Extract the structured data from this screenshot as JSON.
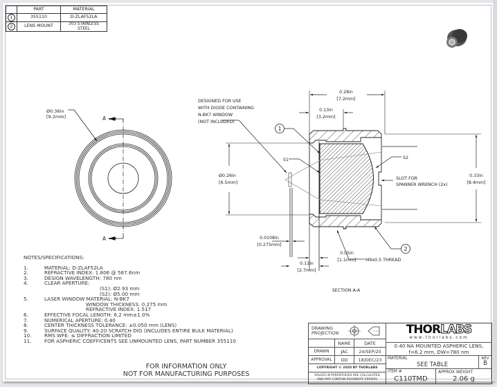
{
  "bom": {
    "headers": [
      "",
      "PART",
      "MATERIAL"
    ],
    "rows": [
      {
        "item": "1",
        "part": "355110",
        "material": "D-ZLAF52LA"
      },
      {
        "item": "2",
        "part": "LENS MOUNT",
        "material": "303 STAINLESS STEEL"
      }
    ]
  },
  "front_view": {
    "diameter_in": "0.36in",
    "diameter_mm": "[9.2mm]",
    "section_label": "A"
  },
  "section_view": {
    "callout_designed": [
      "DESIGNED FOR USE",
      "WITH DIODE CONTAINING",
      "N-BK7 WINDOW",
      "(NOT INCLUDED)"
    ],
    "width_total_in": "0.28in",
    "width_total_mm": "[7.2mm]",
    "width_slot_in": "0.13in",
    "width_slot_mm": "[3.2mm]",
    "balloon_lens": "1",
    "balloon_mount": "2",
    "s1": "S1",
    "s2": "S2",
    "clear_dia_in": "0.26in",
    "clear_dia_mm": "[6.5mm]",
    "outer_dia_in": "0.33in",
    "outer_dia_mm": "[8.4mm]",
    "slot_note": [
      "SLOT FOR",
      "SPANNER WRENCH (2x)"
    ],
    "window_thk_in": "0.0108in",
    "window_thk_mm": "[0.275mm]",
    "offset_in": "0.11in",
    "offset_mm": "[2.7mm]",
    "step_in": "0.05in",
    "step_mm": "[1.1mm]",
    "thread": "M9x0.5 THREAD",
    "title": "SECTION A-A"
  },
  "notes": {
    "header": "NOTES/SPECIFICATIONS:",
    "items": [
      {
        "n": "1.",
        "text": "MATERIAL: D-ZLAF52LA"
      },
      {
        "n": "2.",
        "text": "REFRACTIVE INDEX: 1.806 @ 587.6nm"
      },
      {
        "n": "3.",
        "text": "DESIGN WAVELENGTH: 780 nm"
      },
      {
        "n": "4.",
        "text": "CLEAR APERTURE:"
      },
      {
        "n": "",
        "text": "(S1): Ø2.93 mm",
        "sub": 1
      },
      {
        "n": "",
        "text": "(S2): Ø5.00 mm",
        "sub": 1
      },
      {
        "n": "5.",
        "text": "LASER WINDOW MATERIAL: N-BK7"
      },
      {
        "n": "",
        "text": "WINDOW THICKNESS: 0.275 mm",
        "sub": 2
      },
      {
        "n": "",
        "text": "REFRACTIVE INDEX: 1.517",
        "sub": 2
      },
      {
        "n": "6.",
        "text": "EFFECTIVE FOCAL LENGTH: 6.2 mm±1.0%"
      },
      {
        "n": "7.",
        "text": "NUMERICAL APERTURE: 0.40"
      },
      {
        "n": "8.",
        "text": "CENTER THICKNESS TOLERANCE: ±0.050 mm (LENS)"
      },
      {
        "n": "9.",
        "text": "SURFACE QUALITY: 40-20 SCRATCH-DIG (INCLUDES ENTIRE BULK MATERIAL)"
      },
      {
        "n": "10.",
        "text": "RMS WFE: ≤ DIFFRACTION LIMITED"
      },
      {
        "n": "11.",
        "text": "FOR ASPHERIC COEFFICENTS SEE UNMOUNTED LENS, PART NUMBER 355110"
      }
    ]
  },
  "disclaimer": [
    "FOR INFORMATION ONLY",
    "NOT FOR MANUFACTURING PURPOSES"
  ],
  "title_block": {
    "projection_label": [
      "DRAWING",
      "PROJECTION"
    ],
    "col_name": "NAME",
    "col_date": "DATE",
    "drawn_label": "DRAWN",
    "drawn_name": "JAC",
    "drawn_date": "24/SEP/20",
    "approval_label": "APPROVAL",
    "approval_name": "DD",
    "approval_date": "18/DEC/23",
    "copyright": "COPYRIGHT © 2020 BY THORLABS",
    "values_note": [
      "VALUES IN PARENTHESIS ARE CALCULATED",
      "AND MAY CONTAIN ROUNDOFF ERRORS"
    ],
    "logo_thor": "THOR",
    "logo_labs": "LABS",
    "website": "www.thorlabs.com",
    "description": [
      "0.40 NA MOUNTED ASPHERIC LENS,",
      "f=6.2 mm, DW=780 nm"
    ],
    "material_label": "MATERIAL",
    "material_value": "SEE TABLE",
    "rev_label": "REV",
    "rev_value": "B",
    "item_label": "ITEM #",
    "item_value": "C110TMD",
    "weight_label": "APPROX WEIGHT",
    "weight_value": "2.06 g"
  }
}
